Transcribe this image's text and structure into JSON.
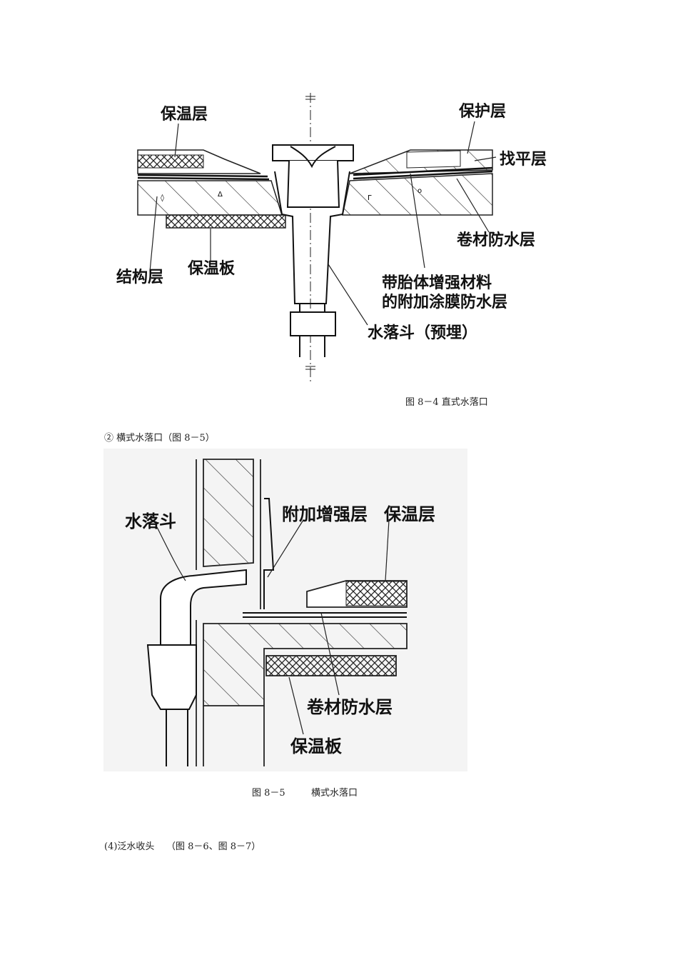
{
  "figure1": {
    "labels": {
      "insulation_layer": "保温层",
      "protection_layer": "保护层",
      "leveling_layer": "找平层",
      "structural_layer": "结构层",
      "insulation_board": "保温板",
      "membrane_waterproof": "卷材防水层",
      "reinforced_line1": "带胎体增强材料",
      "reinforced_line2": "的附加涂膜防水层",
      "downspout": "水落斗（预埋）"
    },
    "caption": "图 8－4  直式水落口"
  },
  "section_heading": "② 横式水落口（图 8－5）",
  "figure2": {
    "labels": {
      "downspout": "水落斗",
      "additional_layer": "附加增强层",
      "insulation_layer": "保温层",
      "membrane_waterproof": "卷材防水层",
      "insulation_board": "保温板"
    },
    "caption_num": "图 8－5",
    "caption_text": "横式水落口"
  },
  "footer_heading": "(4)泛水收头    （图 8－6、图 8－7）"
}
